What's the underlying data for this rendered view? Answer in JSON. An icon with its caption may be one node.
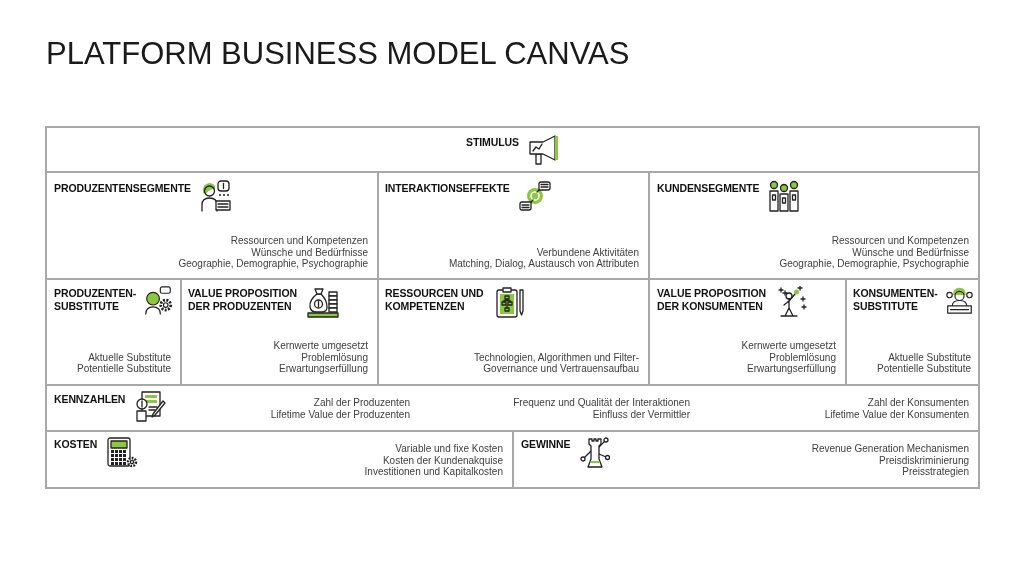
{
  "diagram": {
    "title": "PLATFORM BUSINESS MODEL CANVAS",
    "nodes": [
      {
        "text": [
          "STIMULUS"
        ]
      },
      {
        "text": [
          "PRODUZENTENSEGMENTE",
          "Ressourcen und Kompetenzen",
          "Wünsche und Bedürfnisse",
          "Geographie, Demographie, Psychographie"
        ]
      },
      {
        "text": [
          "INTERAKTIONSEFFEKTE",
          "Verbundene Aktivitäten",
          "Matching, Dialog, Austausch von Attributen"
        ]
      },
      {
        "text": [
          "KUNDENSEGMENTE",
          "Ressourcen und Kompetenzen",
          "Wünsche und Bedürfnisse",
          "Geographie, Demographie, Psychographie"
        ]
      },
      {
        "text": [
          "PRODUZENTEN- SUBSTITUTE",
          "Aktuelle Substitute",
          "Potentielle Substitute"
        ]
      },
      {
        "text": [
          "VALUE PROPOSITION DER PRODUZENTEN",
          "Kernwerte umgesetzt",
          "Problemlösung",
          "Erwartungserfüllung"
        ]
      },
      {
        "text": [
          "RESSOURCEN UND KOMPETENZEN",
          "Technologien, Algorithmen und Filter- Governance und Vertrauensaufbau"
        ]
      },
      {
        "text": [
          "VALUE PROPOSITION DER KONSUMENTEN",
          "Kernwerte umgesetzt",
          "Problemlösung",
          "Erwartungserfüllung"
        ]
      },
      {
        "text": [
          "KONSUMENTEN- SUBSTITUTE",
          "Aktuelle Substitute",
          "Potentielle Substitute"
        ]
      },
      {
        "text": [
          "KENNZAHLEN",
          "Zahl der Produzenten",
          "Lifetime Value der Produzenten",
          "Frequenz und Qualität der Interaktionen",
          "Einfluss der Vermittler",
          "Zahl der Konsumenten",
          "Lifetime Value der Konsumenten"
        ]
      },
      {
        "text": [
          "KOSTEN",
          "Variable und fixe Kosten",
          "Kosten der Kundenakquise",
          "Investitionen und Kapitalkosten"
        ]
      },
      {
        "text": [
          "GEWINNE",
          "Revenue Generation Mechanismen",
          "Preisdiskriminierung",
          "Preisstrategien"
        ]
      }
    ]
  }
}
